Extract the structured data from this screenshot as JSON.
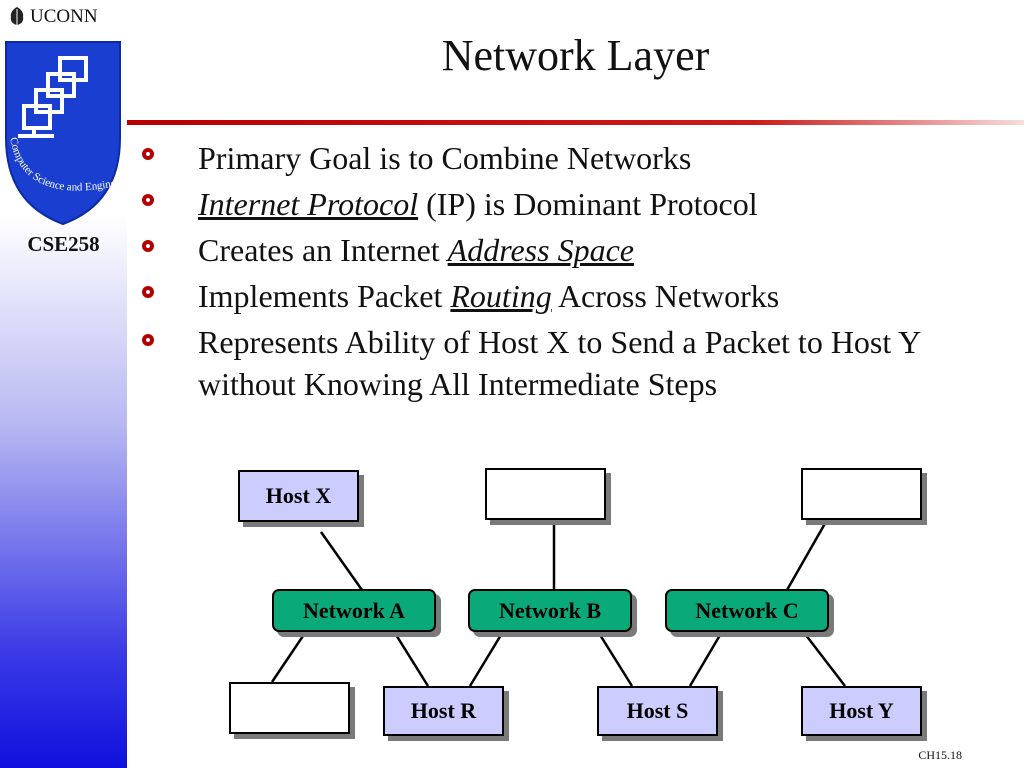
{
  "header": {
    "logo_text": "UCONN",
    "course": "CSE258"
  },
  "shield": {
    "arc_text": "Computer Science and Engineering"
  },
  "slide": {
    "title": "Network Layer",
    "bullets": [
      {
        "pre": "Primary Goal is to Combine Networks"
      },
      {
        "em": "Internet Protocol",
        "post": " (IP) is Dominant Protocol"
      },
      {
        "pre": "Creates an Internet ",
        "em": "Address Space"
      },
      {
        "pre": "Implements Packet ",
        "em": "Routing",
        "post": " Across Networks"
      },
      {
        "pre": "Represents Ability of Host X to Send a Packet to Host Y without Knowing All Intermediate Steps"
      }
    ]
  },
  "diagram": {
    "host_x": "Host X",
    "network_a": "Network A",
    "network_b": "Network B",
    "network_c": "Network C",
    "host_r": "Host R",
    "host_s": "Host S",
    "host_y": "Host Y"
  },
  "footer": {
    "page": "CH15.18"
  },
  "colors": {
    "bullet": "#b30000",
    "network": "#0aa97a",
    "host": "#ccccff",
    "sidebar_bottom": "#1010dd"
  }
}
